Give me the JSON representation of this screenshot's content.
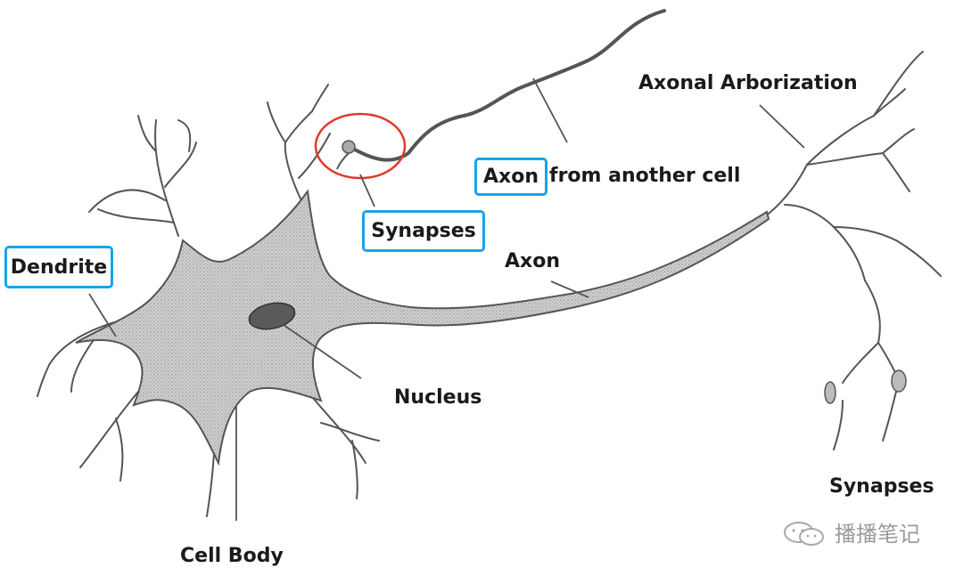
{
  "diagram": {
    "labels": {
      "axonal_arborization": "Axonal Arborization",
      "axon_from_another_cell_prefix": "Axon",
      "axon_from_another_cell_suffix": "from another cell",
      "synapses_top": "Synapses",
      "dendrite": "Dendrite",
      "axon": "Axon",
      "nucleus": "Nucleus",
      "cell_body": "Cell Body",
      "synapses_right": "Synapses"
    },
    "highlight_color": "#1aa3e6",
    "circle_color": "#e03a2a",
    "watermark": "播播笔记"
  }
}
